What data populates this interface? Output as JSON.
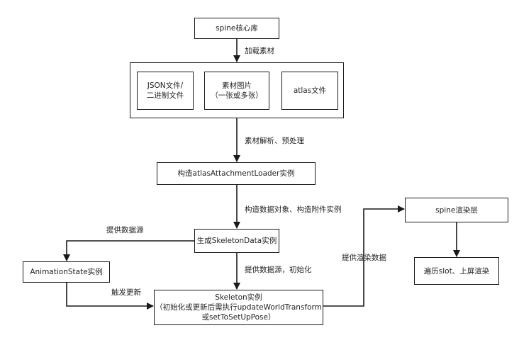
{
  "nodes": {
    "spine_core": "spine核心库",
    "json_file": "JSON文件/\n二进制文件",
    "asset_image": "素材图片\n（一张或多张）",
    "atlas_file": "atlas文件",
    "loader": "构造atlasAttachmentLoader实例",
    "skeleton_data": "生成SkeletonData实例",
    "animation_state": "AnimationState实例",
    "skeleton": "Skeleton实例\n（初始化或更新后需执行updateWorldTransform\n或setToSetUpPose）",
    "render_layer": "spine渲染层",
    "traverse_slot": "遍历slot、上屏渲染"
  },
  "edge_labels": {
    "load_assets": "加载素材",
    "parse": "素材解析、预处理",
    "construct": "构造数据对象、构造附件实例",
    "provide_source_left": "提供数据源",
    "provide_source_init": "提供数据源，初始化",
    "trigger_update": "触发更新",
    "provide_render": "提供渲染数据"
  }
}
